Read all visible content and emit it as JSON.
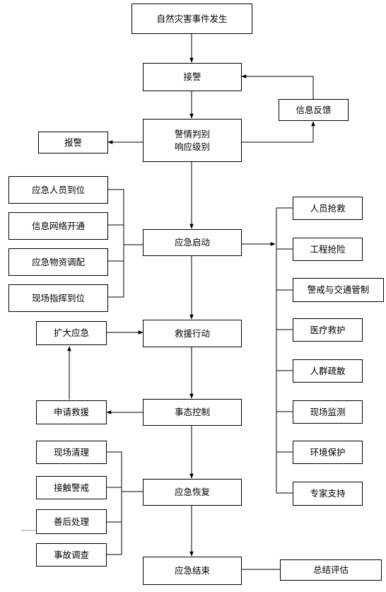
{
  "nodes": {
    "disaster": "自然灾害事件发生",
    "receive_alarm": "接警",
    "info_feedback": "信息反馈",
    "judge": "警情判别\n响应级别",
    "report": "报警",
    "staff_arrive": "应急人员到位",
    "network_open": "信息网络开通",
    "materials": "应急物资调配",
    "command_arrive": "现场指挥到位",
    "start": "应急启动",
    "rescue_people": "人员抢救",
    "engineering": "工程抢险",
    "traffic": "警戒与交通管制",
    "medical": "医疗救护",
    "evacuate": "人群疏散",
    "monitor": "现场监测",
    "environment": "环境保护",
    "expert": "专家支持",
    "expand": "扩大应急",
    "rescue_action": "救援行动",
    "request": "申请救援",
    "control": "事态控制",
    "cleanup": "现场清理",
    "lift_alert": "接触警戒",
    "aftermath": "善后处理",
    "investigate": "事故调查",
    "recover": "应急恢复",
    "end": "应急结束",
    "summary": "总结评估"
  }
}
